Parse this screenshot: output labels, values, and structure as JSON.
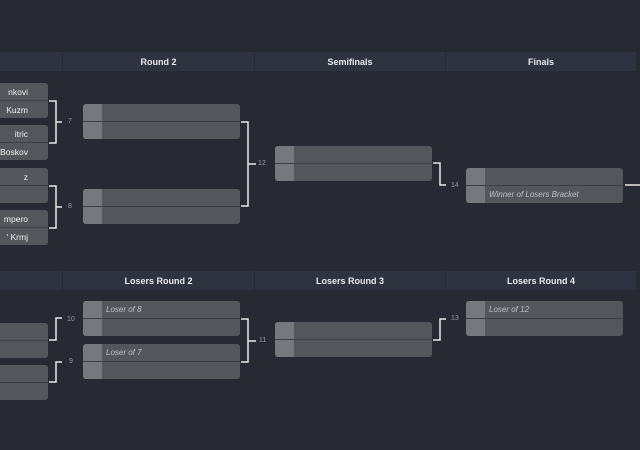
{
  "headers": {
    "r1": "",
    "r2": "Round 2",
    "semis": "Semifinals",
    "finals": "Finals",
    "l1": "",
    "l2": "Losers Round 2",
    "l3": "Losers Round 3",
    "l4": "Losers Round 4"
  },
  "round1": [
    "nkovi",
    "Kuzm",
    "itric",
    "Boskov",
    "z",
    "",
    "mpero",
    "' Krmj"
  ],
  "match_numbers": {
    "m7": "7",
    "m8": "8",
    "m12": "12",
    "m14": "14",
    "m10": "10",
    "m9": "9",
    "m11": "11",
    "m13": "13"
  },
  "finals": {
    "bottom": "Winner of Losers Bracket"
  },
  "losers": {
    "lr2_a_top": "Loser of 8",
    "lr2_b_top": "Loser of 7",
    "lr4_top": "Loser of 12"
  }
}
